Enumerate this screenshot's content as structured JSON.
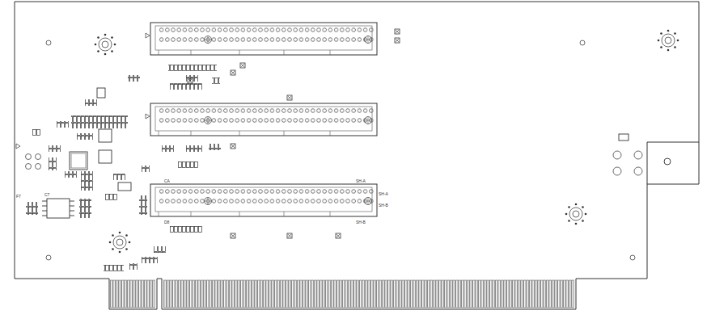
{
  "diagram": {
    "labels": [
      "CA",
      "SH-A",
      "SH-A",
      "SH-B",
      "D8",
      "SH-B",
      "F7",
      "C7"
    ]
  }
}
